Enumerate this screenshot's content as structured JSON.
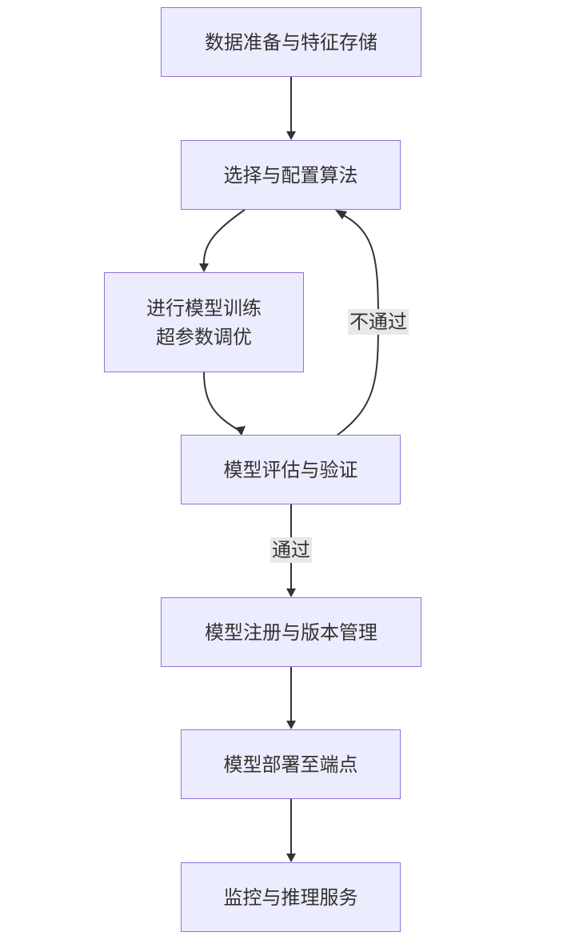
{
  "nodes": {
    "data_prep": "数据准备与特征存储",
    "select_algo": "选择与配置算法",
    "train_line1": "进行模型训练",
    "train_line2": "超参数调优",
    "evaluate": "模型评估与验证",
    "register": "模型注册与版本管理",
    "deploy": "模型部署至端点",
    "monitor": "监控与推理服务"
  },
  "edges": {
    "fail_label": "不通过",
    "pass_label": "通过"
  },
  "colors": {
    "node_fill": "#ECECFF",
    "node_border": "#9370DB",
    "edge": "#333333",
    "edge_label_bg": "#E8E8E8"
  }
}
